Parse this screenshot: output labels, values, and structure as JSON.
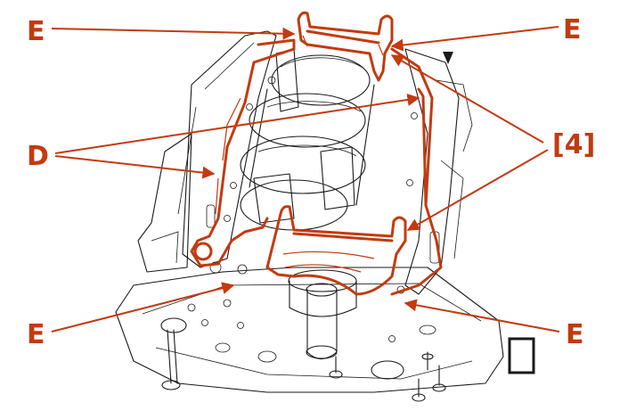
{
  "colors": {
    "callout": "#c33a0f",
    "line_art": "#1a1a1a",
    "background": "#ffffff"
  },
  "labels": {
    "e_top_left": "E",
    "e_top_right": "E",
    "d_left": "D",
    "ref_right": "[4]",
    "e_bottom_left": "E",
    "e_bottom_right": "E"
  },
  "icons": {
    "direction_marker": "triangle-down-icon",
    "frame_symbol": "square-frame-icon"
  }
}
